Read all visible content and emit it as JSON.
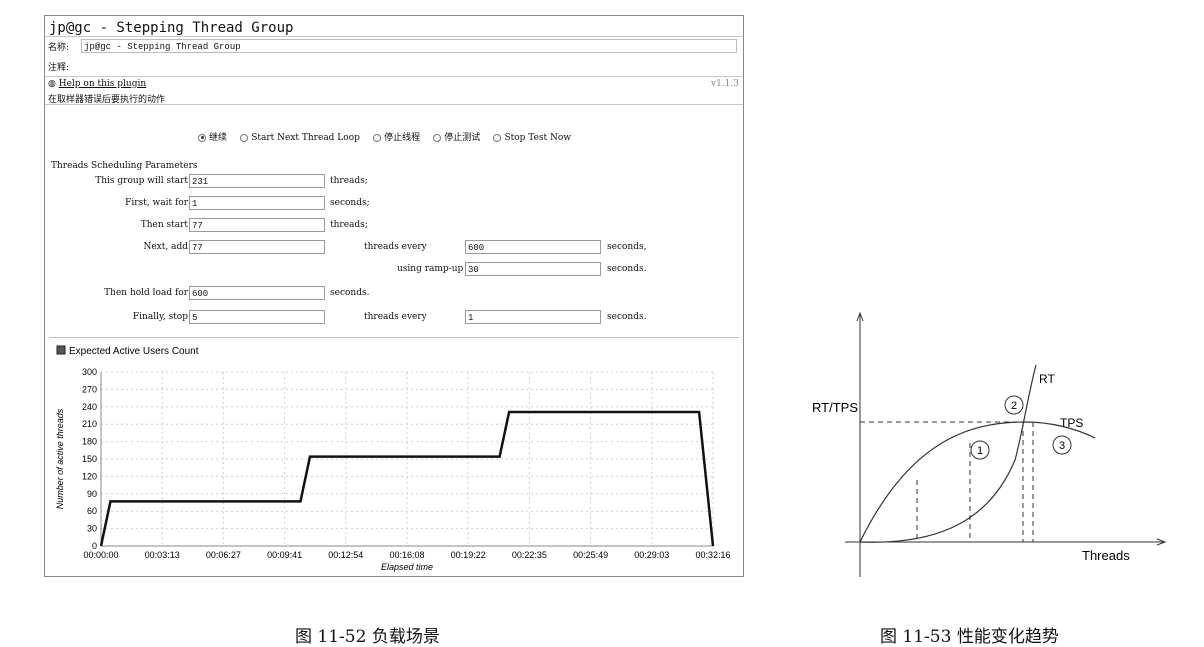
{
  "window": {
    "title": "jp@gc - Stepping Thread Group"
  },
  "form": {
    "name_label": "名称:",
    "name_value": "jp@gc - Stepping Thread Group",
    "comment_label": "注释:",
    "help_link": "Help on this plugin",
    "version": "v1.1.3",
    "error_action_label": "在取样器错误后要执行的动作",
    "error_actions": [
      {
        "label": "继续",
        "selected": true
      },
      {
        "label": "Start Next Thread Loop",
        "selected": false
      },
      {
        "label": "停止线程",
        "selected": false
      },
      {
        "label": "停止测试",
        "selected": false
      },
      {
        "label": "Stop Test Now",
        "selected": false
      }
    ],
    "section_title": "Threads Scheduling Parameters",
    "rows": {
      "start_label": "This group will start",
      "start_value": "231",
      "start_unit": "threads;",
      "wait_label": "First, wait for",
      "wait_value": "1",
      "wait_unit": "seconds;",
      "then_start_label": "Then start",
      "then_start_value": "77",
      "then_start_unit": "threads;",
      "next_add_label": "Next, add",
      "next_add_value": "77",
      "threads_every_label": "threads every",
      "threads_every_value": "600",
      "threads_every_unit": "seconds,",
      "ramp_label": "using ramp-up",
      "ramp_value": "30",
      "ramp_unit": "seconds.",
      "hold_label": "Then hold load for",
      "hold_value": "600",
      "hold_unit": "seconds.",
      "stop_label": "Finally, stop",
      "stop_value": "5",
      "stop_every_label": "threads every",
      "stop_every_value": "1",
      "stop_every_unit": "seconds."
    }
  },
  "chart_data": [
    {
      "type": "line",
      "title": "Expected Active Users Count",
      "legend": "Expected Active Users Count",
      "xlabel": "Elapsed time",
      "ylabel": "Number of active threads",
      "x_ticks": [
        "00:00:00",
        "00:03:13",
        "00:06:27",
        "00:09:41",
        "00:12:54",
        "00:16:08",
        "00:19:22",
        "00:22:35",
        "00:25:49",
        "00:29:03",
        "00:32:16"
      ],
      "y_ticks": [
        0,
        30,
        60,
        90,
        120,
        150,
        180,
        210,
        240,
        270,
        300
      ],
      "ylim": [
        0,
        300
      ],
      "xlim_seconds": [
        0,
        1936
      ],
      "grid": true,
      "series": [
        {
          "name": "Expected Active Users Count",
          "x_seconds": [
            0,
            30,
            631,
            661,
            1261,
            1291,
            1892,
            1936
          ],
          "y": [
            0,
            77,
            77,
            154,
            154,
            231,
            231,
            0
          ]
        }
      ]
    },
    {
      "type": "line",
      "ylabel": "RT/TPS",
      "xlabel": "Threads",
      "curve_labels": [
        "RT",
        "TPS"
      ],
      "region_markers": [
        "1",
        "2",
        "3"
      ]
    }
  ],
  "captions": {
    "left": "图 11-52    负载场景",
    "right": "图 11-53    性能变化趋势"
  }
}
